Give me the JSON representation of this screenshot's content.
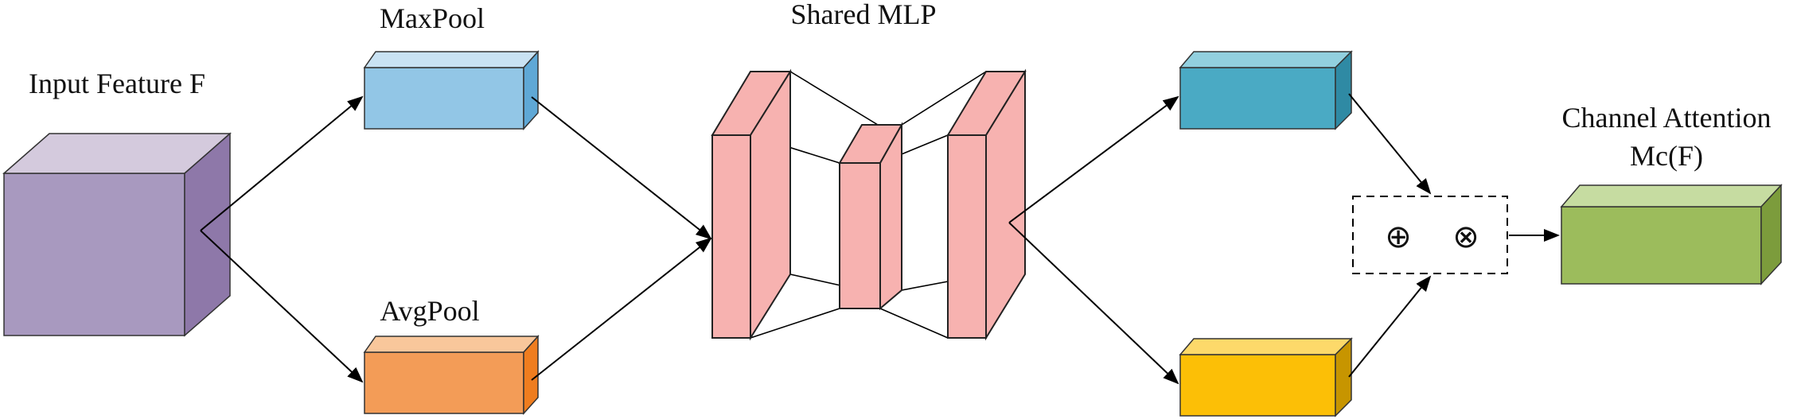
{
  "labels": {
    "input": "Input Feature F",
    "maxpool": "MaxPool",
    "avgpool": "AvgPool",
    "mlp": "Shared MLP",
    "output_line1": "Channel Attention",
    "output_line2": "Mc(F)"
  },
  "operators": {
    "add": "⊕",
    "multiply": "⊗"
  },
  "colors": {
    "input_cube": "#a899bf",
    "maxpool_block": "#92c6e6",
    "avgpool_block": "#f39c57",
    "mlp_layers": "#f7b2b0",
    "max_branch_output": "#4aaac4",
    "avg_branch_output": "#fcbf06",
    "attention_output": "#9cbc5c"
  }
}
